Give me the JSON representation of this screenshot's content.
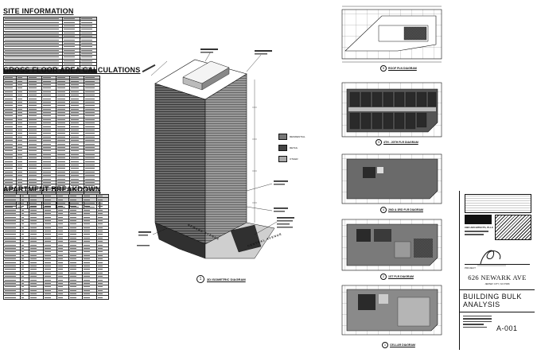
{
  "site_information": {
    "title": "SITE INFORMATION"
  },
  "gfa": {
    "title": "GROSS FLOOR AREA CALCULATIONS"
  },
  "apartment": {
    "title": "APARTMENT BREAKDOWN"
  },
  "axon": {
    "caption": "3D ISOMETRIC DIAGRAM",
    "street": "NEWARK AVENUE",
    "street2": "CENTRAL AVENUE"
  },
  "plans": [
    {
      "num": "5",
      "caption": "ROOF PLN DIAGRAM"
    },
    {
      "num": "3",
      "caption": "4TH - 20TH FLR DIAGRAM"
    },
    {
      "num": "4",
      "caption": "2ND & 3RD FLR DIAGRAM"
    },
    {
      "num": "2",
      "caption": "1ST FLR DIAGRAM"
    },
    {
      "num": "1",
      "caption": "CELLAR DIAGRAM"
    }
  ],
  "legend": [
    "RESIDENTIAL",
    "RETAIL",
    "OTHER"
  ],
  "title_block": {
    "firm": "CBD ARCHITECTS, PLLC",
    "project_label": "PROJECT",
    "address": "626 NEWARK AVE",
    "city": "JERSEY CITY, NJ 07306",
    "sheet_title": "BUILDING BULK ANALYSIS",
    "sheet_number": "A-001"
  }
}
